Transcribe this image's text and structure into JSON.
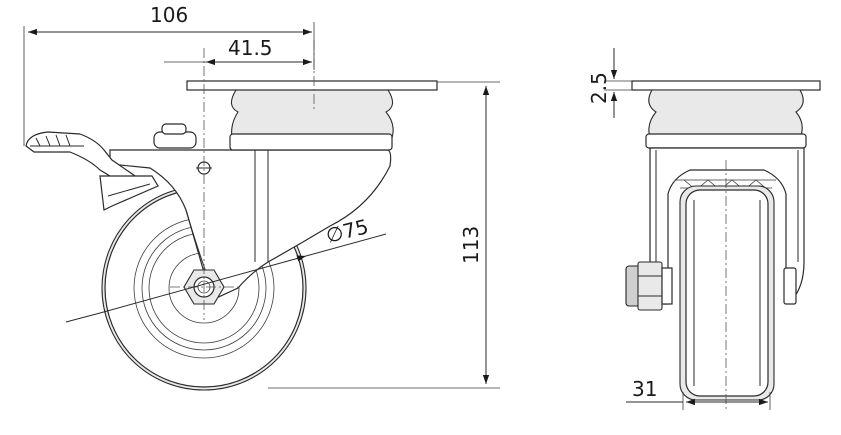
{
  "dimensions": {
    "overall_width": "106",
    "offset": "41.5",
    "wheel_diameter": "∅75",
    "height": "113",
    "plate_thickness": "2.5",
    "wheel_width": "31"
  }
}
